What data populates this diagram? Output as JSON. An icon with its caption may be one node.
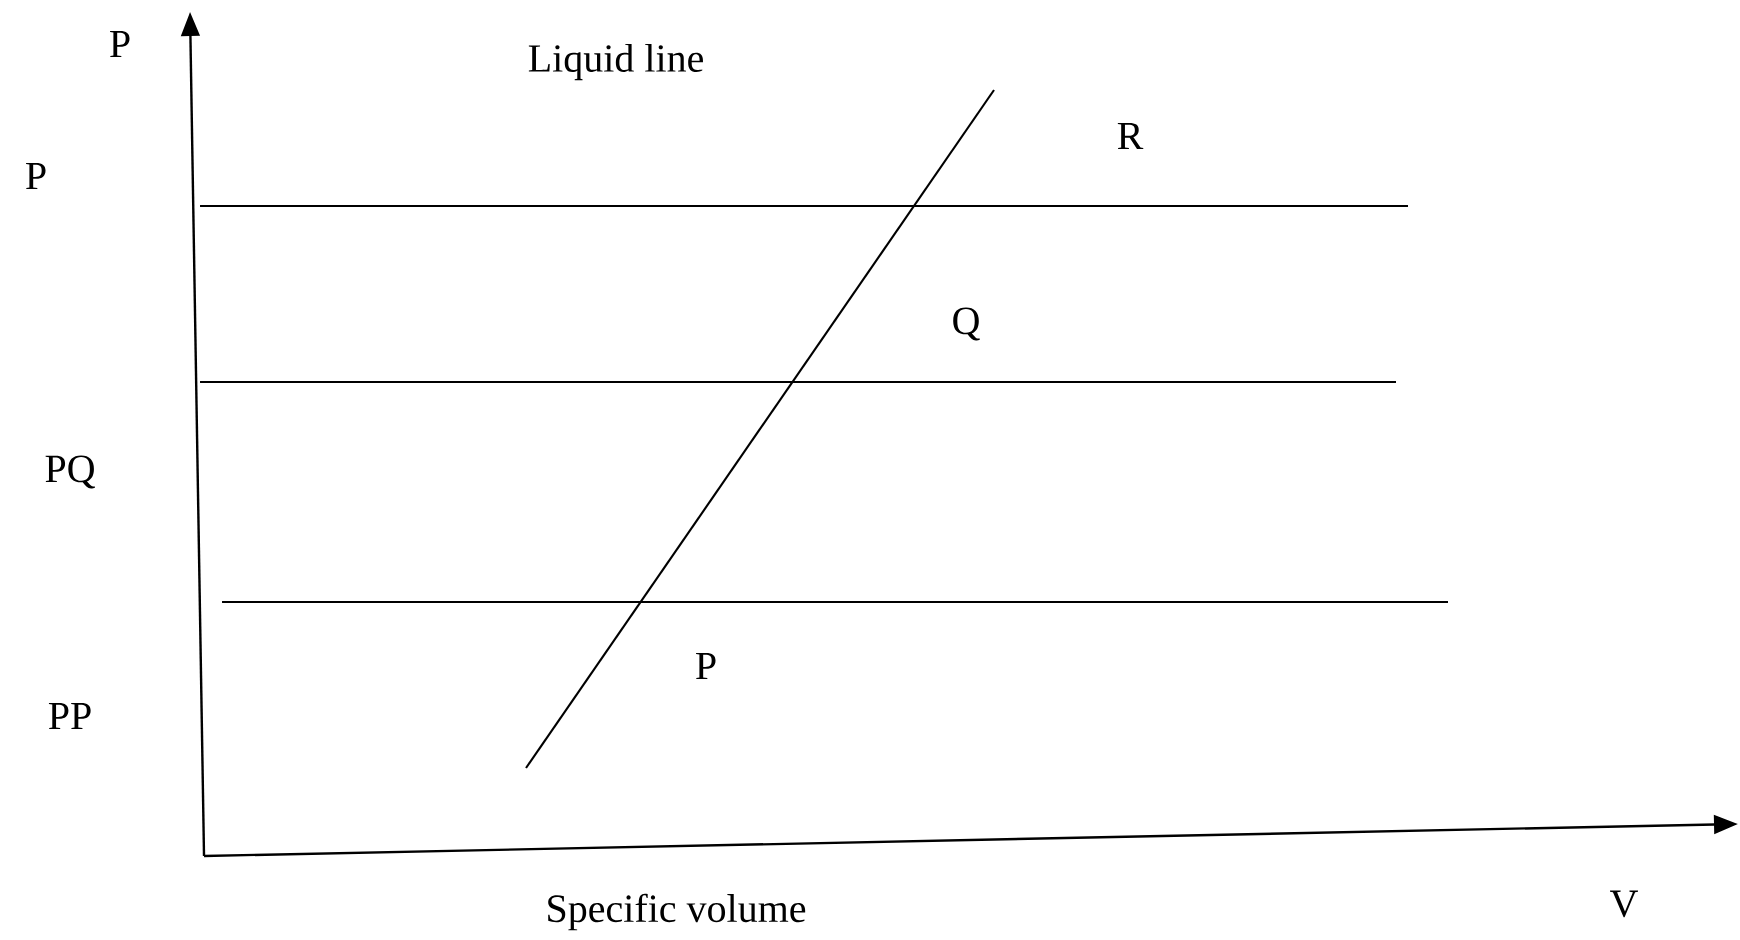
{
  "diagram": {
    "labels": [
      "P",
      "Liquid line",
      "R",
      "P",
      "Q",
      "PQ",
      "P",
      "PP",
      "Specific volume",
      "V"
    ]
  }
}
